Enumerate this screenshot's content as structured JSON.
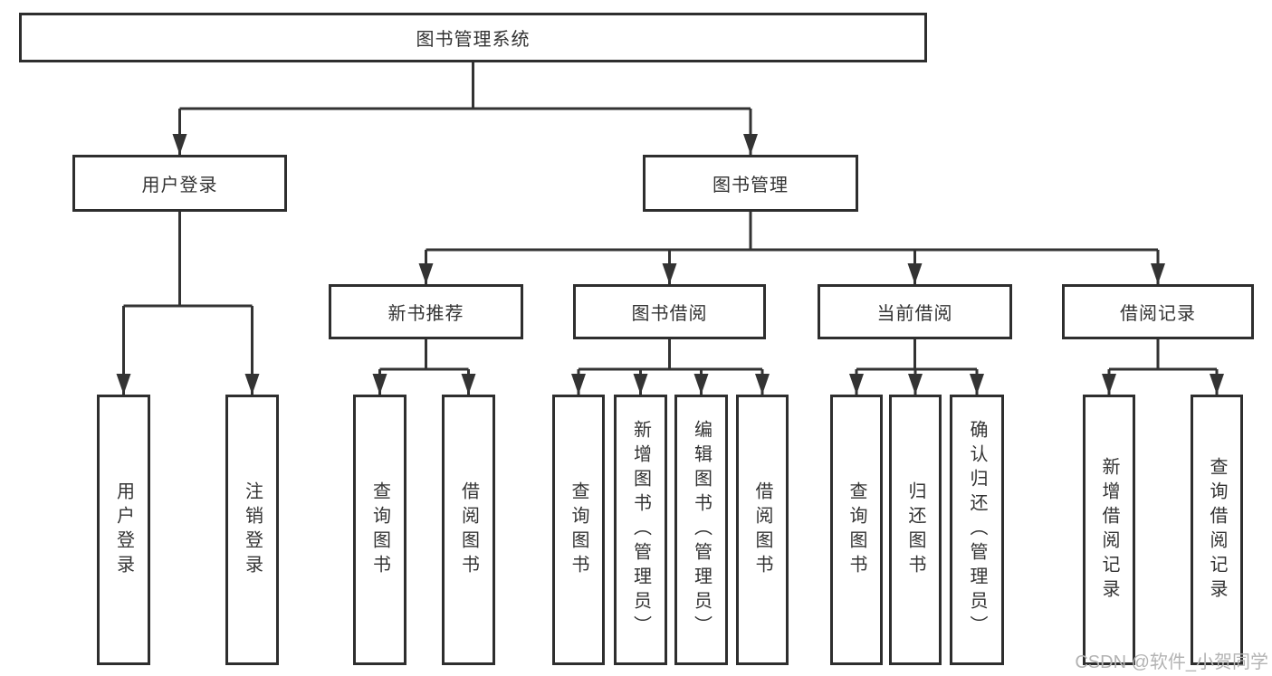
{
  "diagram": {
    "root": {
      "label": "图书管理系统"
    },
    "level2": [
      {
        "label": "用户登录"
      },
      {
        "label": "图书管理"
      }
    ],
    "level3": [
      {
        "label": "新书推荐"
      },
      {
        "label": "图书借阅"
      },
      {
        "label": "当前借阅"
      },
      {
        "label": "借阅记录"
      }
    ],
    "leaves": {
      "user_login": [
        {
          "label": "用户登录"
        },
        {
          "label": "注销登录"
        }
      ],
      "new_book_recommend": [
        {
          "label": "查询图书"
        },
        {
          "label": "借阅图书"
        }
      ],
      "book_borrow": [
        {
          "label": "查询图书"
        },
        {
          "label": "新增图书（管理员）"
        },
        {
          "label": "编辑图书（管理员）"
        },
        {
          "label": "借阅图书"
        }
      ],
      "current_borrow": [
        {
          "label": "查询图书"
        },
        {
          "label": "归还图书"
        },
        {
          "label": "确认归还（管理员）"
        }
      ],
      "borrow_records": [
        {
          "label": "新增借阅记录"
        },
        {
          "label": "查询借阅记录"
        }
      ]
    },
    "colors": {
      "line": "#333333",
      "border": "#2e2e2e",
      "text": "#333333",
      "watermark": "#b3b3b3",
      "background": "#ffffff"
    }
  },
  "watermark": {
    "text": "CSDN @软件_小贺同学"
  }
}
